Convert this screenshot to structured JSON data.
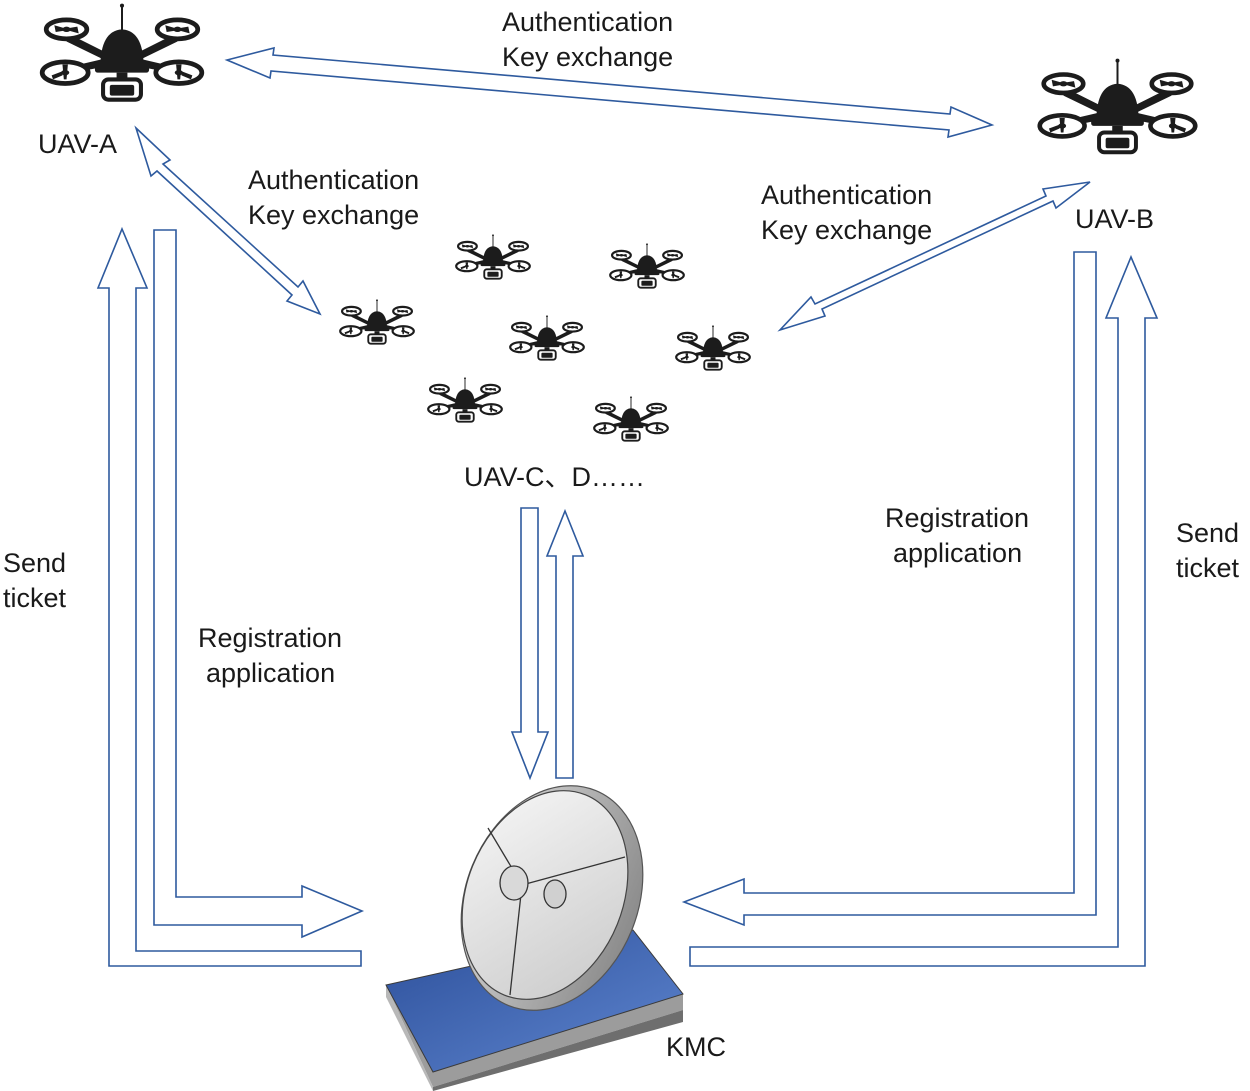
{
  "nodes": {
    "uav_a": "UAV-A",
    "uav_b": "UAV-B",
    "uav_cd": "UAV-C、D……",
    "kmc": "KMC"
  },
  "edges": {
    "ab_line1": "Authentication",
    "ab_line2": "Key exchange",
    "ac_line1": "Authentication",
    "ac_line2": "Key exchange",
    "bc_line1": "Authentication",
    "bc_line2": "Key exchange",
    "a_send1": "Send",
    "a_send2": "ticket",
    "a_reg1": "Registration",
    "a_reg2": "application",
    "b_reg1": "Registration",
    "b_reg2": "application",
    "b_send1": "Send",
    "b_send2": "ticket"
  }
}
